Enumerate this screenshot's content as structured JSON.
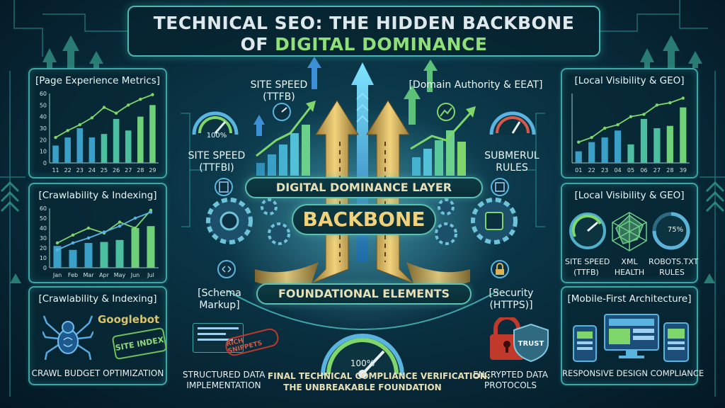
{
  "header": {
    "title_line1": "TECHNICAL SEO: THE HIDDEN BACKBONE",
    "title_line2a": "OF",
    "title_line2b": "DIGITAL DOMINANCE"
  },
  "left_panels": {
    "page_experience": {
      "title": "[Page Experience Metrics]",
      "chart_data": {
        "type": "bar",
        "categories": [
          "11",
          "22",
          "23",
          "24",
          "25",
          "26",
          "27",
          "28",
          "29"
        ],
        "values": [
          15,
          22,
          30,
          22,
          25,
          38,
          28,
          40,
          50
        ],
        "trend": [
          22,
          28,
          33,
          39,
          48,
          43,
          50,
          55,
          59
        ],
        "ylim": [
          0,
          60
        ],
        "yticks": [
          "0",
          "10",
          "20",
          "30",
          "40",
          "50",
          "60"
        ]
      }
    },
    "crawlability_chart": {
      "title": "[Crawlability & Indexing]",
      "chart_data": {
        "type": "bar",
        "categories": [
          "Jan",
          "Feb",
          "Mar",
          "Apr",
          "May",
          "Jun",
          "Jul"
        ],
        "values": [
          22,
          18,
          25,
          26,
          28,
          40,
          42
        ],
        "trend": [
          25,
          33,
          40,
          35,
          46,
          40,
          58
        ],
        "trend2": [
          18,
          25,
          30,
          36,
          42,
          50,
          56
        ],
        "ylim": [
          0,
          60
        ],
        "yticks": [
          "0",
          "10",
          "20",
          "30",
          "40",
          "50",
          "60"
        ]
      }
    },
    "crawlability_budget": {
      "title": "[Crawlability & Indexing]",
      "googlebot": "Googlebot",
      "stamp": "SITE INDEX",
      "caption": "CRAWL BUDGET OPTIMIZATION"
    }
  },
  "right_panels": {
    "local_visibility_chart": {
      "title": "[Local Visibility & GEO]",
      "chart_data": {
        "type": "bar",
        "categories": [
          "01",
          "22",
          "23",
          "04",
          "05",
          "06",
          "27",
          "28",
          "39"
        ],
        "values": [
          10,
          18,
          22,
          28,
          16,
          38,
          30,
          32,
          48
        ],
        "trend": [
          18,
          22,
          30,
          33,
          40,
          42,
          50,
          52,
          56
        ],
        "ylim": [
          0,
          60
        ]
      }
    },
    "local_visibility_gauges": {
      "title": "[Local Visibility & GEO]",
      "percent_label": "75%",
      "caption_speed": "SITE SPEED\n(TTFB)",
      "caption_xml": "XML\nHEALTH",
      "caption_robots": "ROBOTS.TXT\nRULES"
    },
    "mobile_first": {
      "title": "[Mobile-First Architecture]",
      "caption": "RESPONSIVE DESIGN COMPLIANCE"
    }
  },
  "center": {
    "site_speed_top": "SITE SPEED\n(TTFB)",
    "site_speed_left": "SITE SPEED\n(TTFBI)",
    "gauge_left_value": "100%",
    "domain_authority": "[Domain Authority & EEAT]",
    "submerul_rules": "SUBMERUL\nRULES",
    "digital_dominance_layer": "DIGITAL DOMINANCE LAYER",
    "backbone": "BACKBONE",
    "foundational_elements": "FOUNDATIONAL ELEMENTS",
    "schema_markup": "[Schema\nMarkup]",
    "rich_snippets": "RICH SNIPPETS",
    "structured_data": "STRUCTURED DATA\nIMPLEMENTATION",
    "security": "[Security\n(HTTPS)]",
    "trust": "TRUST",
    "encrypted": "ENCRYPTED DATA\nPROTOCOLS",
    "gauge_bottom_value": "100%",
    "final_line1": "FINAL TECHNICAL COMPLIANCE VERIFICATION:",
    "final_line2": "THE UNBREAKABLE FOUNDATION"
  },
  "colors": {
    "teal": "#3fa6a8",
    "gold": "#d9b35a",
    "green": "#7fd66b",
    "blue": "#3d8fd8",
    "red": "#c0392b"
  }
}
